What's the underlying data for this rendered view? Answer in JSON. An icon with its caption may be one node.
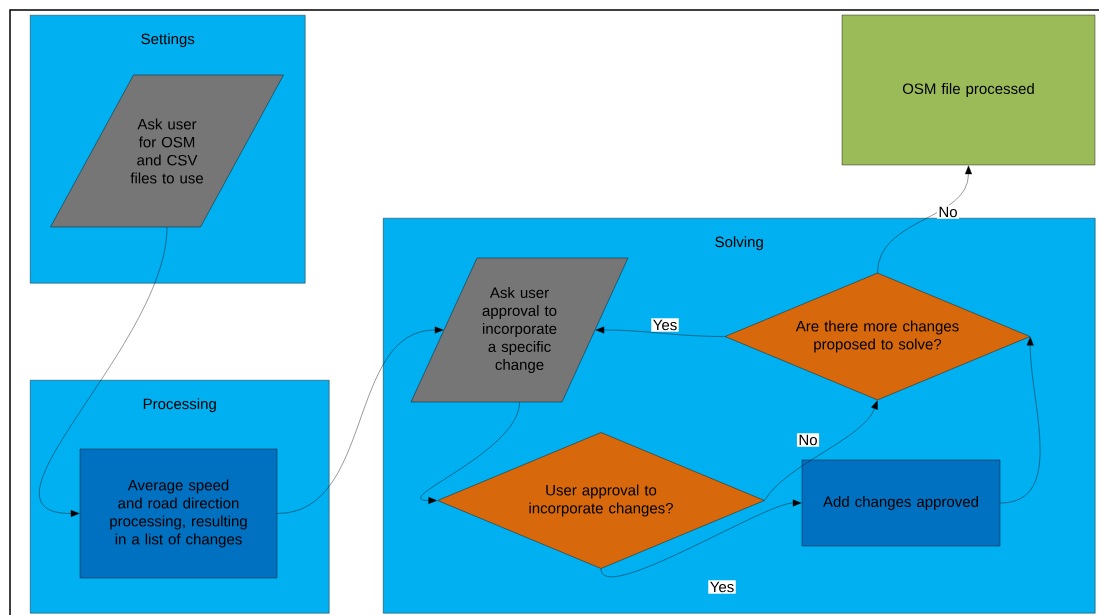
{
  "diagram": {
    "nodes": [
      {
        "text": [
          "Settings"
        ]
      },
      {
        "text": [
          "Ask user for OSM and CSV files to use"
        ],
        "in": 0
      },
      {
        "text": [
          "Processing"
        ]
      },
      {
        "text": [
          "Average speed and road direction processing, resulting in a list of changes"
        ],
        "in": 2
      },
      {
        "text": [
          "Solving"
        ]
      },
      {
        "text": [
          "Ask user approval to incorporate a specific change"
        ],
        "in": 4
      },
      {
        "text": [
          "Are there more changes proposed to solve?"
        ],
        "in": 4
      },
      {
        "text": [
          "User approval to incorporate changes?"
        ],
        "in": 4
      },
      {
        "text": [
          "Add changes approved"
        ],
        "in": 4
      },
      {
        "text": [
          "OSM file processed"
        ]
      }
    ],
    "edges": [
      {
        "from": 1,
        "to": 3,
        "arrow": "to"
      },
      {
        "from": 3,
        "to": 5,
        "arrow": "to"
      },
      {
        "from": 5,
        "to": 7,
        "arrow": "to"
      },
      {
        "from": 7,
        "to": 6,
        "arrow": "to",
        "label": "No"
      },
      {
        "from": 7,
        "to": 8,
        "arrow": "to",
        "label": "Yes"
      },
      {
        "from": 8,
        "to": 6,
        "arrow": "to"
      },
      {
        "from": 6,
        "to": 5,
        "arrow": "to",
        "label": "Yes"
      },
      {
        "from": 6,
        "to": 9,
        "arrow": "to",
        "label": "No"
      }
    ]
  }
}
